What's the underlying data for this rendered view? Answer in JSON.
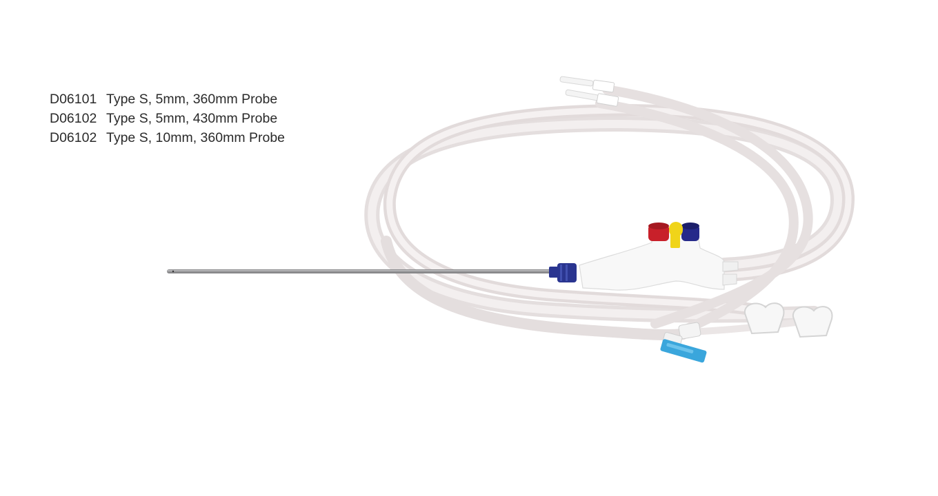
{
  "product_list": {
    "items": [
      {
        "code": "D06101",
        "description": "Type S, 5mm, 360mm Probe"
      },
      {
        "code": "D06102",
        "description": "Type S, 5mm, 430mm Probe"
      },
      {
        "code": "D06102",
        "description": "Type S, 10mm, 360mm Probe"
      }
    ]
  },
  "colors": {
    "background": "#ffffff",
    "text": "#2a2a2a",
    "tubing": "#e9e4e4",
    "handle": "#f7f7f7",
    "cap_red": "#c8202a",
    "cap_blue": "#262a8a",
    "trumpet_yellow": "#f0d419",
    "luer_blue": "#3aa6dc",
    "probe_steel": "#8a8a8c"
  }
}
